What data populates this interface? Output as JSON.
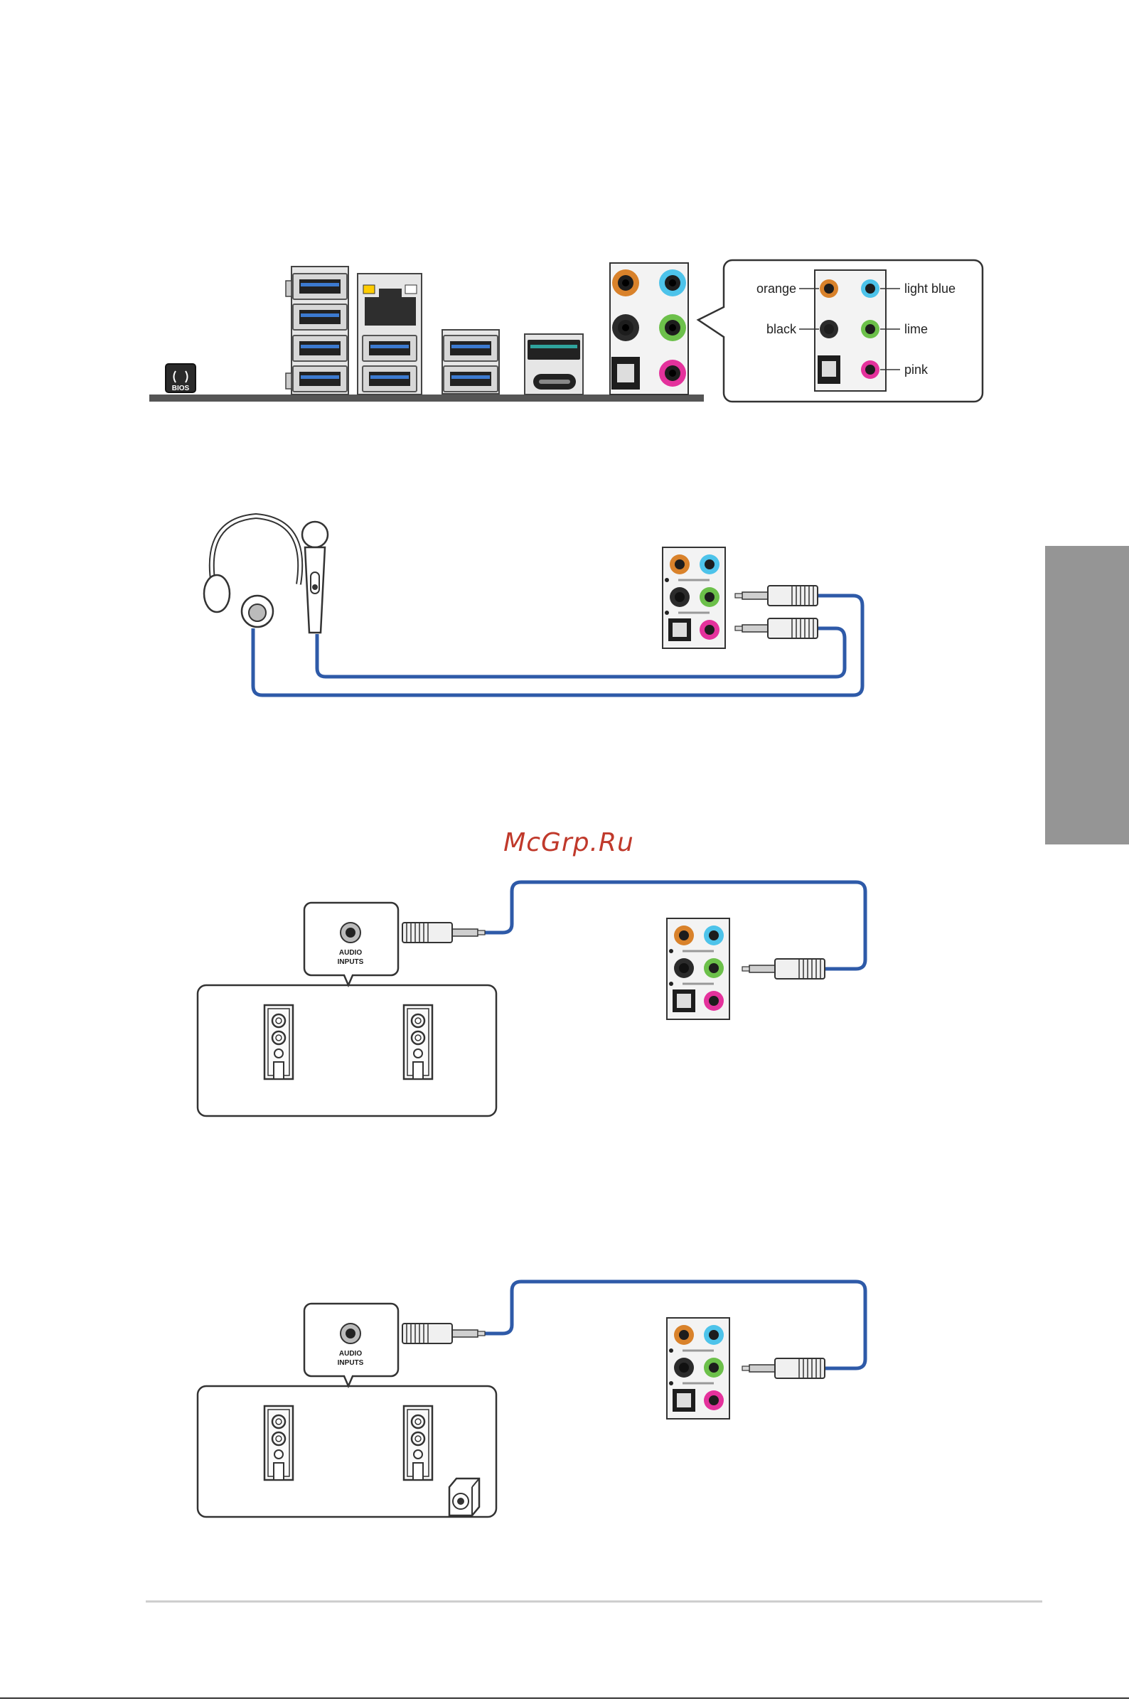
{
  "legend": {
    "orange": "orange",
    "light_blue": "light blue",
    "black": "black",
    "lime": "lime",
    "pink": "pink"
  },
  "panel": {
    "bios_label": "BIOS"
  },
  "speaker_box": {
    "line1": "AUDIO",
    "line2": "INPUTS"
  },
  "watermark": "McGrp.Ru",
  "colors": {
    "orange": "#d9822b",
    "light_blue": "#4dc3ea",
    "black": "#2b2b2b",
    "lime": "#6cc04a",
    "pink": "#e4329c",
    "cable": "#2e5aa8",
    "side_tab": "#959595"
  }
}
